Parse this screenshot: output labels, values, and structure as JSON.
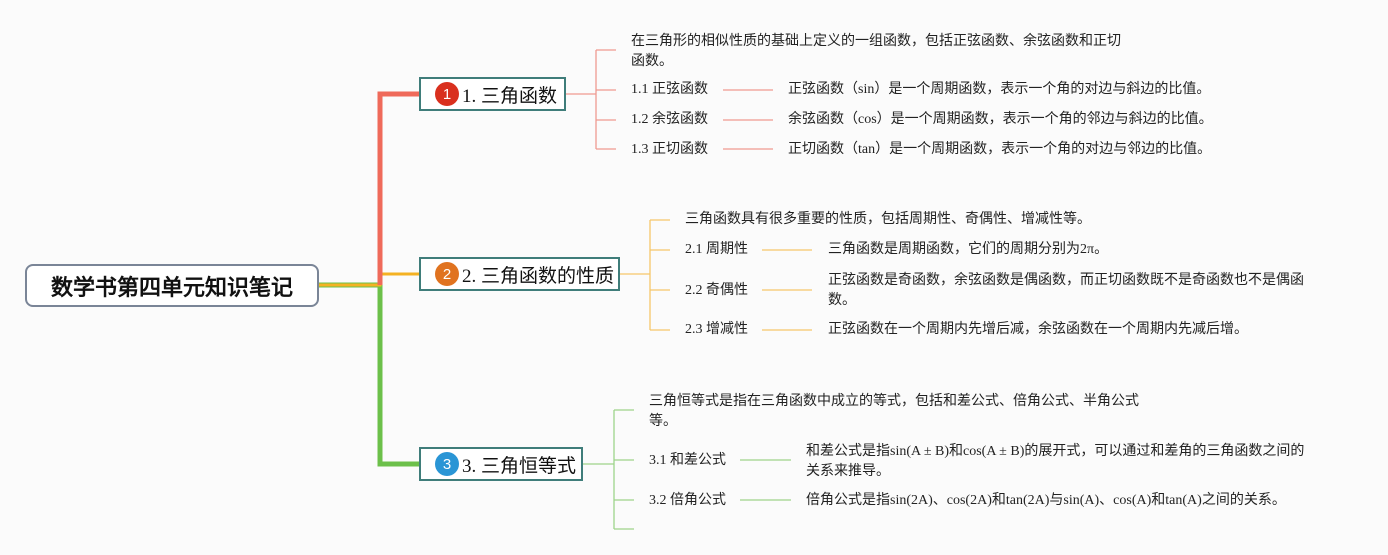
{
  "root": {
    "title": "数学书第四单元知识笔记"
  },
  "colors": {
    "red": "#ef6a5a",
    "orange": "#f4b223",
    "green": "#6cc04a",
    "badge_red": "#d9301e",
    "badge_orange": "#e07320",
    "badge_blue": "#2a95d5"
  },
  "branches": [
    {
      "number": "1",
      "label": "1. 三角函数",
      "summary": "在三角形的相似性质的基础上定义的一组函数，包括正弦函数、余弦函数和正切函数。",
      "items": [
        {
          "label": "1.1 正弦函数",
          "desc": "正弦函数（sin）是一个周期函数，表示一个角的对边与斜边的比值。"
        },
        {
          "label": "1.2 余弦函数",
          "desc": "余弦函数（cos）是一个周期函数，表示一个角的邻边与斜边的比值。"
        },
        {
          "label": "1.3 正切函数",
          "desc": "正切函数（tan）是一个周期函数，表示一个角的对边与邻边的比值。"
        }
      ]
    },
    {
      "number": "2",
      "label": "2. 三角函数的性质",
      "summary": "三角函数具有很多重要的性质，包括周期性、奇偶性、增减性等。",
      "items": [
        {
          "label": "2.1 周期性",
          "desc": "三角函数是周期函数，它们的周期分别为2π。"
        },
        {
          "label": "2.2 奇偶性",
          "desc": "正弦函数是奇函数，余弦函数是偶函数，而正切函数既不是奇函数也不是偶函数。"
        },
        {
          "label": "2.3 增减性",
          "desc": "正弦函数在一个周期内先增后减，余弦函数在一个周期内先减后增。"
        }
      ]
    },
    {
      "number": "3",
      "label": "3. 三角恒等式",
      "summary": "三角恒等式是指在三角函数中成立的等式，包括和差公式、倍角公式、半角公式等。",
      "items": [
        {
          "label": "3.1 和差公式",
          "desc": "和差公式是指sin(A ± B)和cos(A ± B)的展开式，可以通过和差角的三角函数之间的关系来推导。"
        },
        {
          "label": "3.2 倍角公式",
          "desc": "倍角公式是指sin(2A)、cos(2A)和tan(2A)与sin(A)、cos(A)和tan(A)之间的关系。"
        }
      ]
    }
  ]
}
